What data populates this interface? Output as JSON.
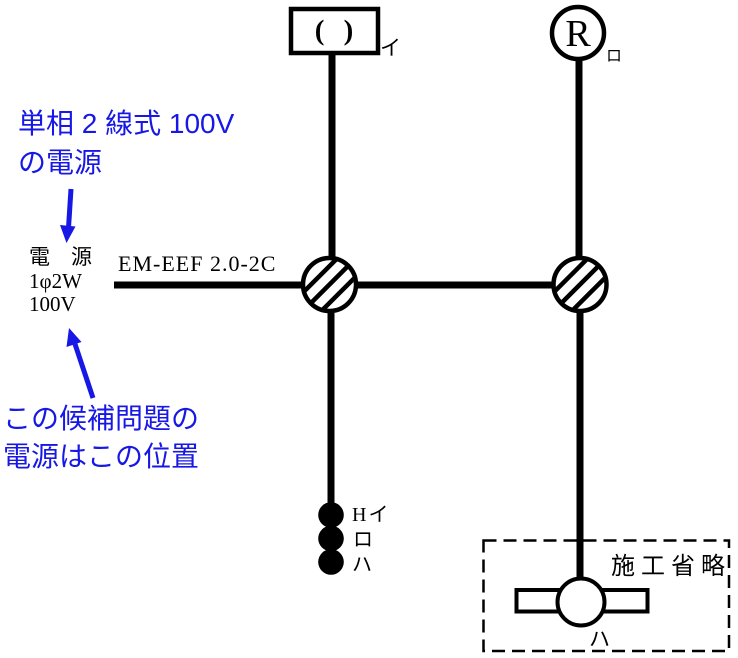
{
  "colors": {
    "annotation_blue": "#1717e6",
    "diagram_black": "#000000",
    "background": "#ffffff"
  },
  "annotations": {
    "source_note": {
      "line1": "単相 2 線式 100V",
      "line2": "の電源"
    },
    "position_note": {
      "line1": "この候補問題の",
      "line2": "電源はこの位置"
    }
  },
  "power_source": {
    "name": "電　源",
    "phase": "1φ2W",
    "voltage": "100V"
  },
  "cable": {
    "label": "EM-EEF 2.0-2C"
  },
  "devices": {
    "fluorescent_light": {
      "symbol": "( )",
      "circuit_label": "イ"
    },
    "lamp_receptacle": {
      "symbol": "R",
      "circuit_label": "ロ"
    },
    "switches": [
      {
        "label": "Hイ"
      },
      {
        "label": "ロ"
      },
      {
        "label": "ハ"
      }
    ],
    "omitted_section": {
      "label": "施工省略",
      "circuit_label": "ハ"
    }
  }
}
